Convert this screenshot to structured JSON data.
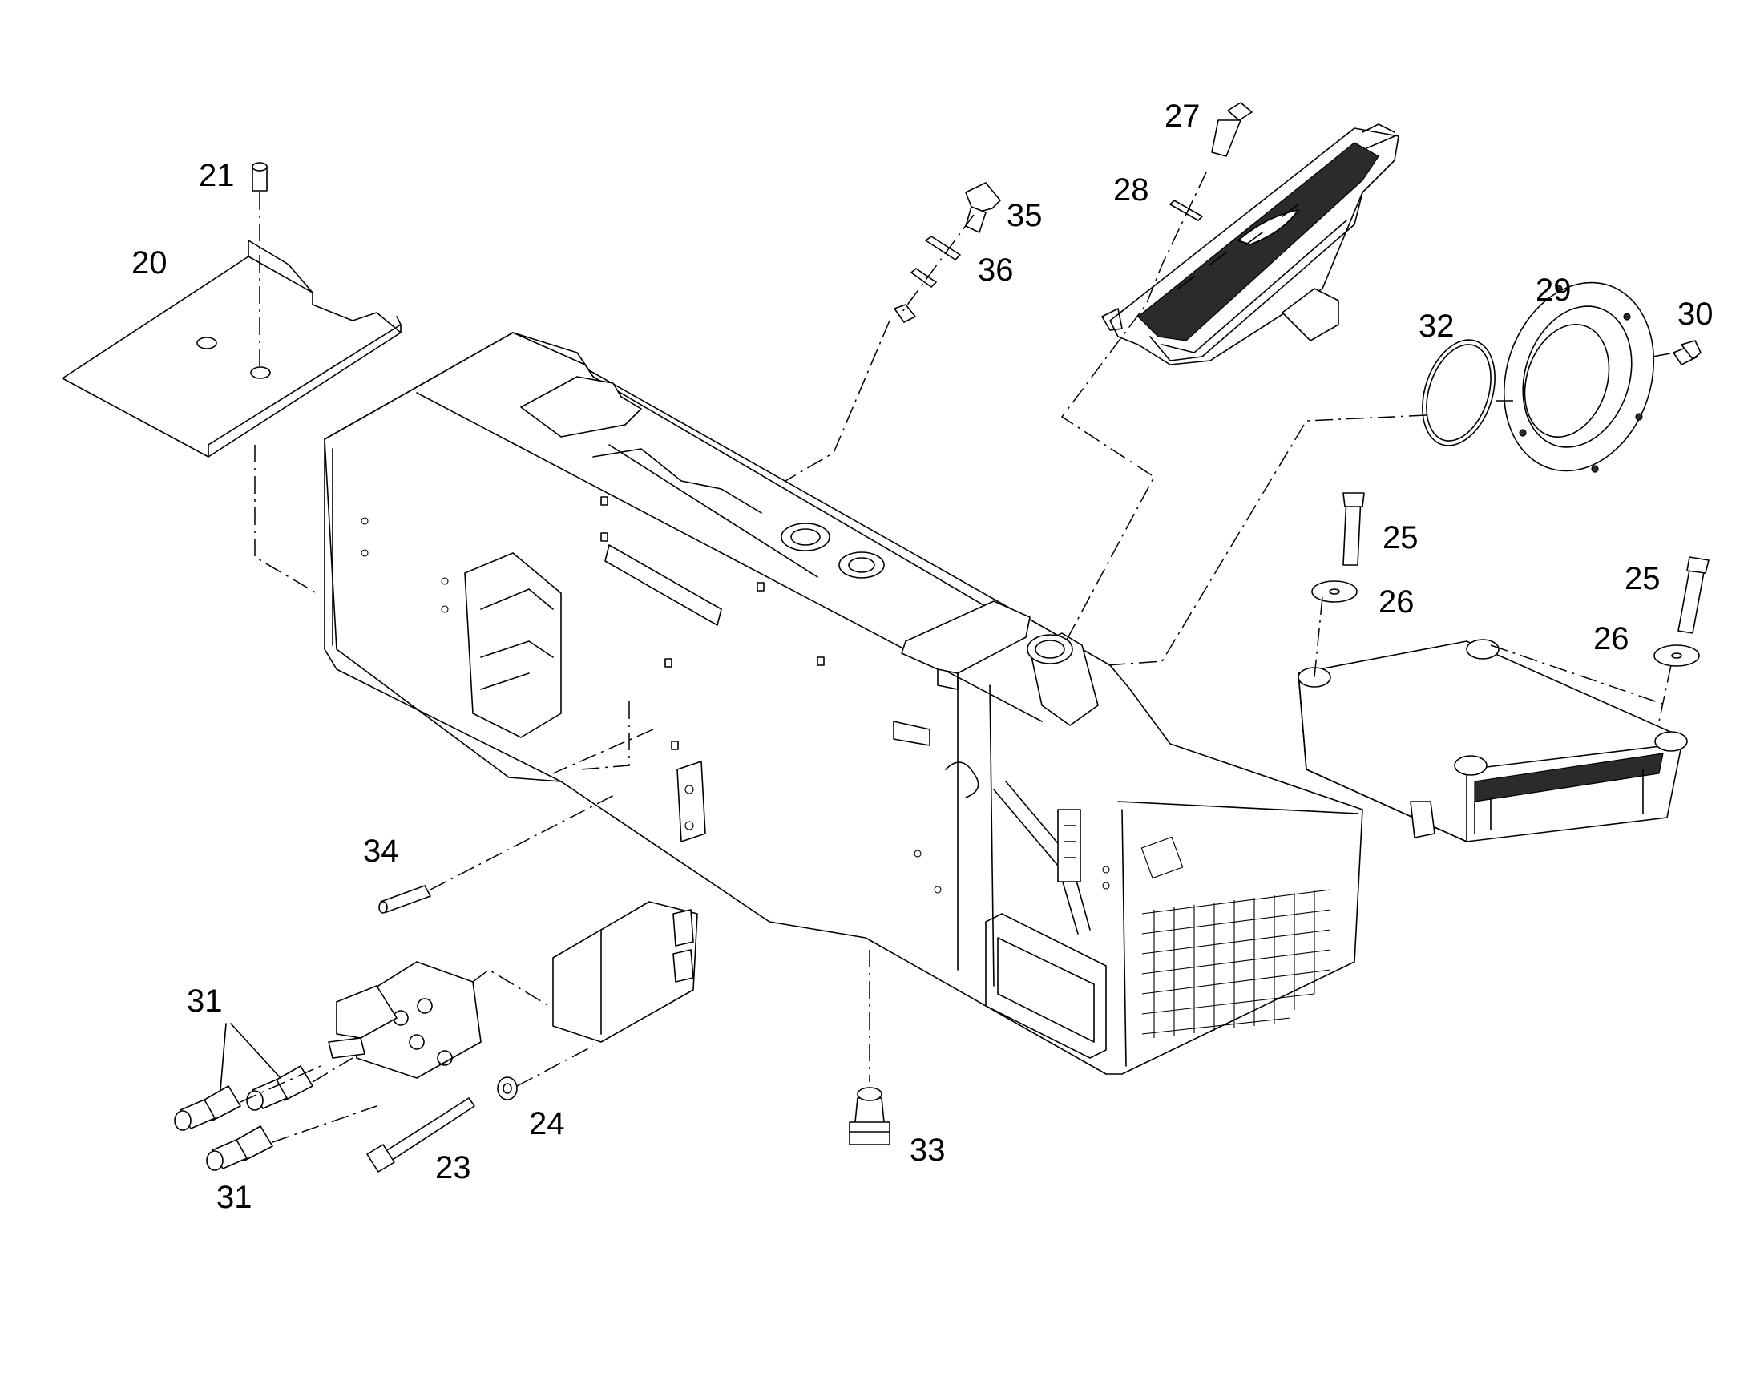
{
  "callouts": {
    "c20": "20",
    "c21": "21",
    "c23": "23",
    "c24": "24",
    "c25a": "25",
    "c25b": "25",
    "c26a": "26",
    "c26b": "26",
    "c27": "27",
    "c28": "28",
    "c29": "29",
    "c30": "30",
    "c31a": "31",
    "c31b": "31",
    "c32": "32",
    "c33": "33",
    "c34": "34",
    "c35": "35",
    "c36": "36"
  }
}
